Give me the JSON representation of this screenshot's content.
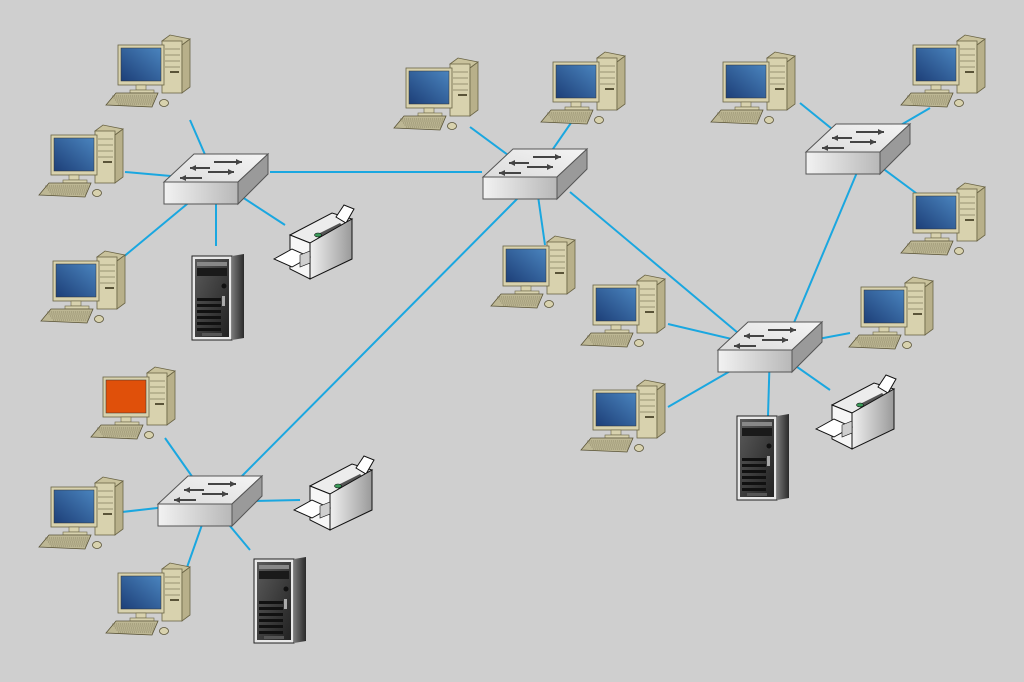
{
  "diagram": {
    "type": "network-topology",
    "colors": {
      "background": "#cfcfcf",
      "link": "#1aa7e0",
      "screen": "#2a5a9a",
      "screen_alert": "#e0500a",
      "case": "#d8d2ae",
      "case_dark": "#b8b08a",
      "switch_top": "#e4e4e4",
      "switch_front": "#d0d0d0",
      "server": "#3a3a3a",
      "printer": "#e6e6e6"
    },
    "switches": [
      {
        "id": "sw1",
        "icon": "switch-icon"
      },
      {
        "id": "sw2",
        "icon": "switch-icon"
      },
      {
        "id": "sw3",
        "icon": "switch-icon"
      },
      {
        "id": "sw4",
        "icon": "switch-icon"
      },
      {
        "id": "sw5",
        "icon": "switch-icon"
      }
    ],
    "nodes": [
      {
        "id": "pc1",
        "kind": "workstation",
        "switch": "sw1",
        "status": "normal"
      },
      {
        "id": "pc2",
        "kind": "workstation",
        "switch": "sw1",
        "status": "normal"
      },
      {
        "id": "pc3",
        "kind": "workstation",
        "switch": "sw1",
        "status": "normal"
      },
      {
        "id": "srv1",
        "kind": "server",
        "switch": "sw1"
      },
      {
        "id": "prn1",
        "kind": "printer",
        "switch": "sw1"
      },
      {
        "id": "pc4",
        "kind": "workstation",
        "switch": "sw2",
        "status": "normal"
      },
      {
        "id": "pc5",
        "kind": "workstation",
        "switch": "sw2",
        "status": "normal"
      },
      {
        "id": "pc6",
        "kind": "workstation",
        "switch": "sw2",
        "status": "normal"
      },
      {
        "id": "pc7",
        "kind": "workstation",
        "switch": "sw3",
        "status": "normal"
      },
      {
        "id": "pc8",
        "kind": "workstation",
        "switch": "sw3",
        "status": "normal"
      },
      {
        "id": "pc9",
        "kind": "workstation",
        "switch": "sw3",
        "status": "normal"
      },
      {
        "id": "pc10",
        "kind": "workstation",
        "switch": "sw4",
        "status": "normal"
      },
      {
        "id": "pc11",
        "kind": "workstation",
        "switch": "sw4",
        "status": "normal"
      },
      {
        "id": "pc12",
        "kind": "workstation",
        "switch": "sw4",
        "status": "normal"
      },
      {
        "id": "srv2",
        "kind": "server",
        "switch": "sw4"
      },
      {
        "id": "prn2",
        "kind": "printer",
        "switch": "sw4"
      },
      {
        "id": "pc13",
        "kind": "workstation",
        "switch": "sw5",
        "status": "alert"
      },
      {
        "id": "pc14",
        "kind": "workstation",
        "switch": "sw5",
        "status": "normal"
      },
      {
        "id": "pc15",
        "kind": "workstation",
        "switch": "sw5",
        "status": "normal"
      },
      {
        "id": "srv3",
        "kind": "server",
        "switch": "sw5"
      },
      {
        "id": "prn3",
        "kind": "printer",
        "switch": "sw5"
      }
    ],
    "backbone_links": [
      [
        "sw1",
        "sw2"
      ],
      [
        "sw2",
        "sw4"
      ],
      [
        "sw2",
        "sw5"
      ],
      [
        "sw3",
        "sw4"
      ]
    ]
  }
}
